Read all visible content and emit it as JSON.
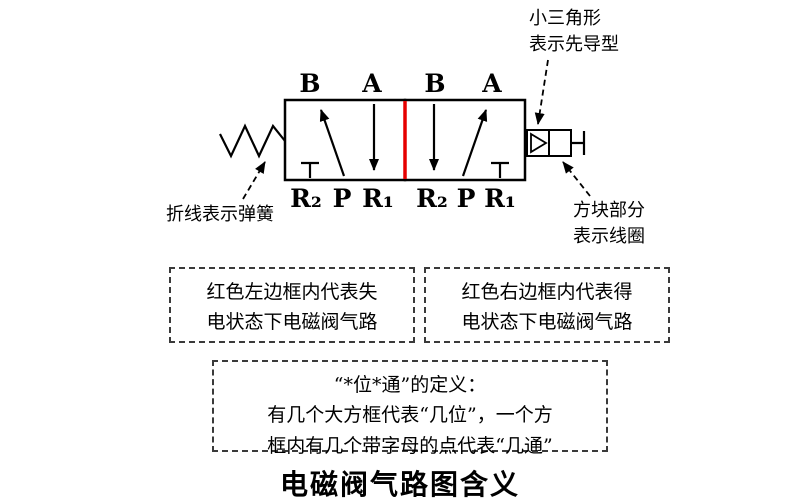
{
  "title": "电磁阀气路图含义",
  "valve": {
    "top_ports": [
      "B",
      "A",
      "B",
      "A"
    ],
    "bottom_ports": [
      "R₂",
      "P",
      "R₁",
      "R₂",
      "P",
      "R₁"
    ],
    "red_divider_color": "#e60000"
  },
  "callouts": {
    "spring": "折线表示弹簧",
    "pilot": [
      "小三角形",
      "表示先导型"
    ],
    "coil": [
      "方块部分",
      "表示线圈"
    ]
  },
  "notes": {
    "left_box": [
      "红色左边框内代表失",
      "电状态下电磁阀气路"
    ],
    "right_box": [
      "红色右边框内代表得",
      "电状态下电磁阀气路"
    ],
    "definition_box": [
      "“*位*通”的定义：",
      "有几个大方框代表“几位”，一个方",
      "框内有几个带字母的点代表“几通”"
    ]
  }
}
